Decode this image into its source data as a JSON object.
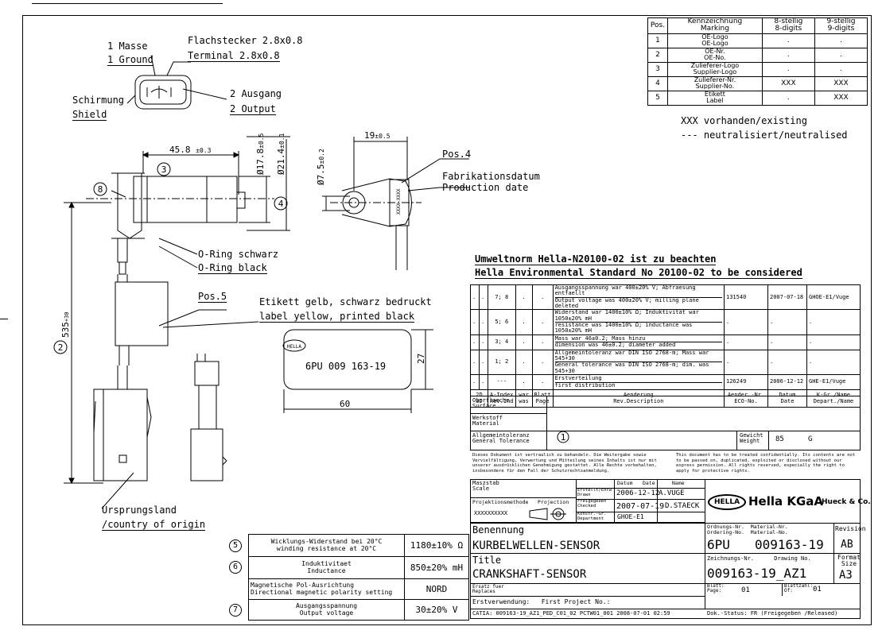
{
  "marking": {
    "headers": [
      "Pos.",
      "Kennzeichnung\nMarking",
      "8-stellig\n8-digits",
      "9-stellig\n9-digits"
    ],
    "rows": [
      {
        "pos": "1",
        "label": "OE-Logo\nOE-Logo",
        "d8": ".",
        "d9": "."
      },
      {
        "pos": "2",
        "label": "OE-Nr.\nOE-No.",
        "d8": ".",
        "d9": "."
      },
      {
        "pos": "3",
        "label": "Zulieferer-Logo\nSupplier-Logo",
        "d8": ".",
        "d9": "."
      },
      {
        "pos": "4",
        "label": "Zulieferer-Nr.\nSupplier-No.",
        "d8": "XXX",
        "d9": "XXX"
      },
      {
        "pos": "5",
        "label": "Etikett\nLabel",
        "d8": ".",
        "d9": "XXX"
      }
    ],
    "legend1": "XXX vorhanden/existing",
    "legend2": "--- neutralisiert/neutralised"
  },
  "drawing": {
    "masse": "1 Masse",
    "ground": "1 Ground",
    "flachstecker": "Flachstecker 2.8x0.8",
    "terminal": "Terminal 2.8x0.8",
    "schirmung": "Schirmung",
    "shield": "Shield",
    "ausgang": "2 Ausgang",
    "output": "2 Output",
    "dim_45": "45.8",
    "dim_45_tol": "±0.3",
    "dim_17": "Ø17.8",
    "dim_17_tol": "±0.5",
    "dim_21": "Ø21.4",
    "dim_21_tol": "±0.1",
    "dim_75": "Ø7.5",
    "dim_75_tol": "±0.2",
    "dim_19": "19",
    "dim_19_tol": "±0.5",
    "pos4": "Pos.4",
    "fab1": "Fabrikationsdatum",
    "fab2": "Production date",
    "oring1": "O-Ring schwarz",
    "oring2": "O-Ring black",
    "pos5": "Pos.5",
    "etikett1": "Etikett gelb, schwarz bedruckt",
    "etikett2": "label yellow, printed black",
    "label_text": "6PU 009 163-19",
    "label_logo": "HELLA",
    "dim_535": "535",
    "dim_535_tol": "+30",
    "dim_27": "27",
    "dim_60": "60",
    "origin1": "Ursprungsland",
    "origin2": "/country of origin",
    "circle_2": "2",
    "circle_3": "3",
    "circle_4": "4",
    "circle_8": "8",
    "stamp_text": "XXXX-XXXX"
  },
  "env": {
    "line1": "Umweltnorm Hella-N20100-02 ist zu beachten",
    "line2": "Hella Environmental Standard No 20100-02 to be considered"
  },
  "revisions": [
    {
      "idx": "7; 8",
      "desc1": "Ausgangsspannung war 400±20% V; Abfraesung entfaellt",
      "desc2": "Output voltage was 400±20% V; milling plane deleted",
      "eco": "131540",
      "date": "2007-07-18",
      "dept": "GHOE-E1/Vuge"
    },
    {
      "idx": "5; 6",
      "desc1": "Widerstand war 1400±10% Ω; Induktivität war 1050±20% mH",
      "desc2": "resistance was 1400±10% Ω; inductance was 1050±20% mH",
      "eco": ".",
      "date": ".",
      "dept": "."
    },
    {
      "idx": "3; 4",
      "desc1": "Mass war 46±0.2; Mass hinzu",
      "desc2": "dimension was 46±0.2; diameter added",
      "eco": ".",
      "date": ".",
      "dept": "."
    },
    {
      "idx": "1; 2",
      "desc1": "Allgemeintoleranz war DIN ISO 2768-m; Mass war 545+30",
      "desc2": "General tolerance was DIN ISO 2768-m; dim. was 545+30",
      "eco": ".",
      "date": ".",
      "dept": "."
    },
    {
      "idx": "---",
      "desc1": "Erstverteilung",
      "desc2": "first distribution",
      "eco": "126249",
      "date": "2006-12-12",
      "dept": "GHE-E1/Vuge"
    }
  ],
  "rev_header": {
    "c2d3d": "2D 3D",
    "aindex": "A-Index\nRev.Ind",
    "war": "war\nwas",
    "blatt": "Blatt\nPage",
    "aend": "Aenderung\nRev.Description",
    "eco": "Aender.-Nr.\nECO-No.",
    "datum": "Datum\nDate",
    "kgr": "K-Gr./Name\nDepart./Name"
  },
  "info": {
    "surface": "Oberflaeche\nSurface",
    "material": "Werkstoff\nMaterial",
    "tolerance": "Allgemeintoleranz\nGeneral Tolerance",
    "tol_circle": "1",
    "weight_label": "Gewicht\nWeight",
    "weight_value": "85",
    "weight_unit": "G",
    "conf_de": "Dieses Dokument ist vertraulich zu behandeln. Die Weitergabe sowie Vervielfältigung, Verwertung und Mitteilung seines Inhalts ist nur mit unserer ausdrücklichen Genehmigung gestattet. Alle Rechte vorbehalten, insbesondere für den Fall der Schutzrechtsanmeldung.",
    "conf_en": "This document has to be treated confidentially. Its contents are not to be passed on, duplicated, exploited or disclosed without our express permission. All rights reserved, especially the right to apply for protective rights."
  },
  "title_block": {
    "scale": "Maszstab\nScale",
    "proj": "Projektionsmethode",
    "projection": "Projection",
    "stamp_row": "XXXXXXXXXX",
    "datum": "Datum",
    "date": "Date",
    "name": "Name",
    "drawn_lbl": "Erstellt/Entw\nDrawn",
    "drawn_date": "2006-12-12",
    "drawn_name": "A.VUGE",
    "checked_lbl": "Freigegeben\nChecked",
    "checked_date": "2007-07-19",
    "checked_name": "D.STAECK",
    "dept_lbl": "Konstr.-Gr.\nDepartment",
    "dept_val": "GHOE-E1",
    "benennung": "Benennung",
    "kurbel": "KURBELWELLEN-SENSOR",
    "title_lbl": "Title",
    "crank": "CRANKSHAFT-SENSOR",
    "ersatz": "Ersatz fuer\nReplaces",
    "erstverw": "Erstverwendung:   First Project No.:",
    "catia": "CATIA: 009163-19_AZ1_PED_C01_02  PCTW01_001  2008-07-01 02:59",
    "company": "Hella KGaA",
    "company_suffix": "Hueck & Co.",
    "logo": "HELLA",
    "ord_lbl": "Ordnungs-Nr.  Material-Nr.\nOrdering-No.  Material-No.",
    "ord1": "6PU",
    "ord2": "009163-19",
    "rev_lbl": "Revision",
    "rev_val": "AB",
    "drw_lbl": "Zeichnungs-Nr.      Drawing No.",
    "drw_val": "009163-19_AZ1",
    "fmt_lbl": "Format\nSize",
    "fmt_val": "A3",
    "blatt_lbl": "Blatt:\nPage:",
    "blatt_val": "01",
    "blattz_lbl": "Blattzahl:\nOf:",
    "blattz_val": "01",
    "status": "Dok.-Status: FR (Freigegeben /Released)"
  },
  "specs": [
    {
      "num": "5",
      "de": "Wicklungs-Widerstand bei 20°C",
      "en": "winding resistance at 20°C",
      "value": "1180±10% Ω"
    },
    {
      "num": "6",
      "de": "Induktivitaet",
      "en": "Inductance",
      "value": "850±20% mH"
    },
    {
      "num": "",
      "de": "Magnetische Pol-Ausrichtung",
      "en": "Directional magnetic polarity setting",
      "value": "NORD"
    },
    {
      "num": "7",
      "de": "Ausgangsspannung",
      "en": "Output voltage",
      "value": "30±20% V"
    }
  ]
}
